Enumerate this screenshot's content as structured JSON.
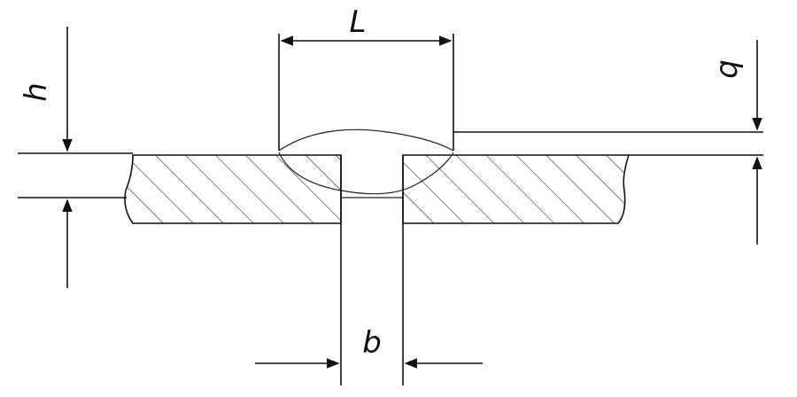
{
  "diagram": {
    "labels": {
      "weld_width": "L",
      "plate_thickness": "h",
      "reinforcement_height": "q",
      "root_gap": "b"
    },
    "colors": {
      "line": "#111111",
      "background": "#ffffff"
    }
  }
}
